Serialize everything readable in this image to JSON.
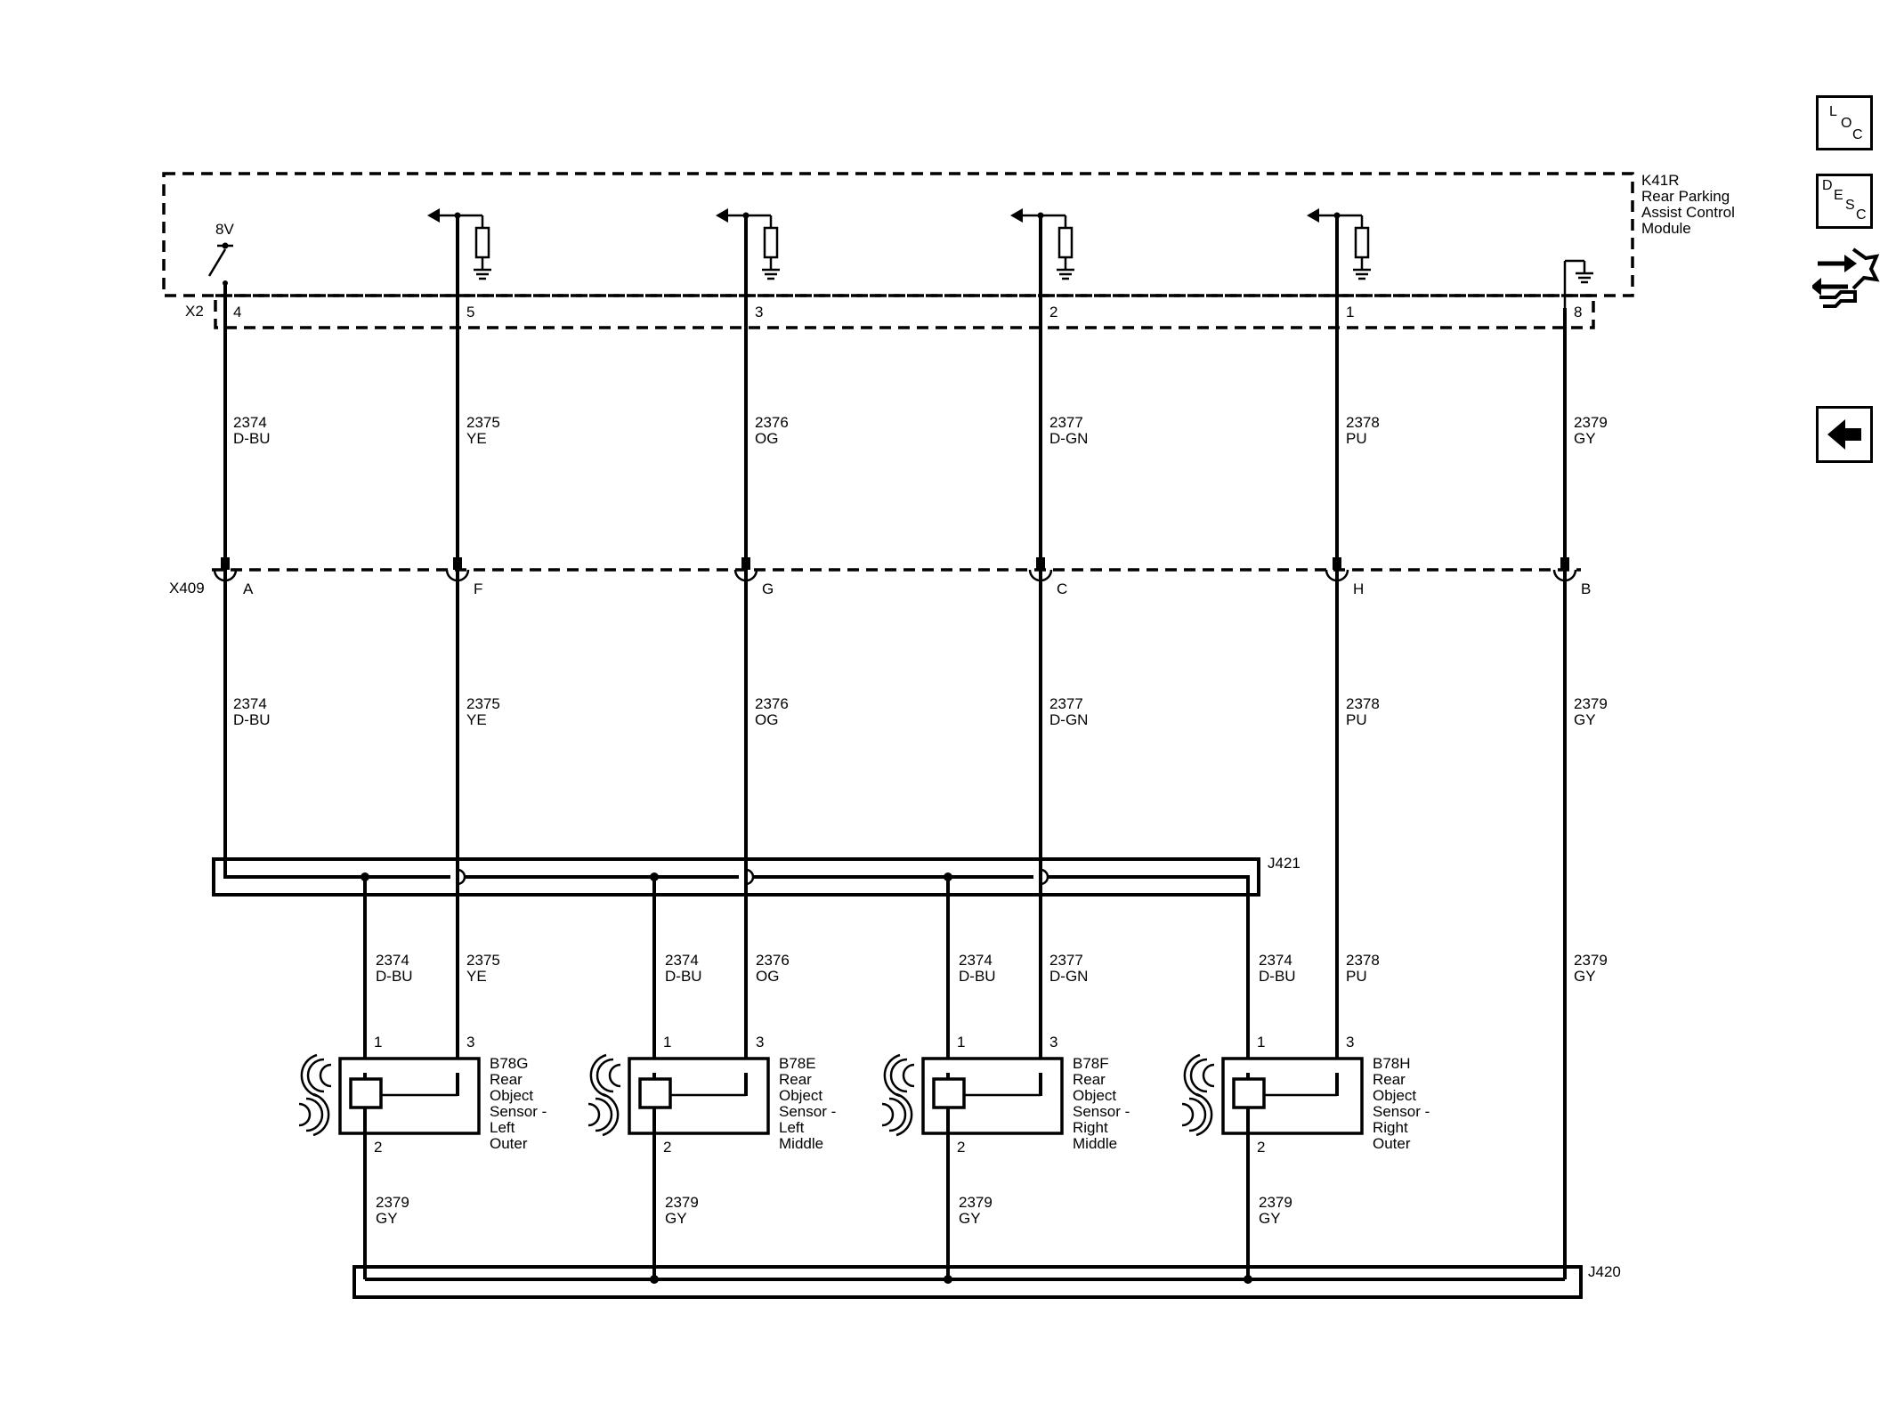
{
  "module": {
    "ref": "K41R",
    "name_lines": [
      "Rear Parking",
      "Assist Control",
      "Module"
    ],
    "connector": "X2",
    "voltage": "8V"
  },
  "inline_connector": "X409",
  "splice_top": "J421",
  "splice_bottom": "J420",
  "circuits": [
    {
      "pin": "4",
      "x409_pin": "A",
      "num": "2374",
      "color": "D-BU"
    },
    {
      "pin": "5",
      "x409_pin": "F",
      "num": "2375",
      "color": "YE"
    },
    {
      "pin": "3",
      "x409_pin": "G",
      "num": "2376",
      "color": "OG"
    },
    {
      "pin": "2",
      "x409_pin": "C",
      "num": "2377",
      "color": "D-GN"
    },
    {
      "pin": "1",
      "x409_pin": "H",
      "num": "2378",
      "color": "PU"
    },
    {
      "pin": "8",
      "x409_pin": "B",
      "num": "2379",
      "color": "GY"
    }
  ],
  "sensors": [
    {
      "ref": "B78G",
      "name_lines": [
        "Rear",
        "Object",
        "Sensor -",
        "Left",
        "Outer"
      ],
      "pin1": "1",
      "pin2": "2",
      "pin3": "3",
      "w1_num": "2374",
      "w1_color": "D-BU",
      "w3_num": "2375",
      "w3_color": "YE",
      "w2_num": "2379",
      "w2_color": "GY"
    },
    {
      "ref": "B78E",
      "name_lines": [
        "Rear",
        "Object",
        "Sensor -",
        "Left",
        "Middle"
      ],
      "pin1": "1",
      "pin2": "2",
      "pin3": "3",
      "w1_num": "2374",
      "w1_color": "D-BU",
      "w3_num": "2376",
      "w3_color": "OG",
      "w2_num": "2379",
      "w2_color": "GY"
    },
    {
      "ref": "B78F",
      "name_lines": [
        "Rear",
        "Object",
        "Sensor -",
        "Right",
        "Middle"
      ],
      "pin1": "1",
      "pin2": "2",
      "pin3": "3",
      "w1_num": "2374",
      "w1_color": "D-BU",
      "w3_num": "2377",
      "w3_color": "D-GN",
      "w2_num": "2379",
      "w2_color": "GY"
    },
    {
      "ref": "B78H",
      "name_lines": [
        "Rear",
        "Object",
        "Sensor -",
        "Right",
        "Outer"
      ],
      "pin1": "1",
      "pin2": "2",
      "pin3": "3",
      "w1_num": "2374",
      "w1_color": "D-BU",
      "w3_num": "2378",
      "w3_color": "PU",
      "w2_num": "2379",
      "w2_color": "GY"
    }
  ],
  "side_buttons": {
    "loc": [
      "L",
      "O",
      "C"
    ],
    "desc": [
      "D",
      "E",
      "S",
      "C"
    ],
    "nav_icon": "connector-navigation-icon",
    "back_icon": "back-arrow-icon"
  }
}
